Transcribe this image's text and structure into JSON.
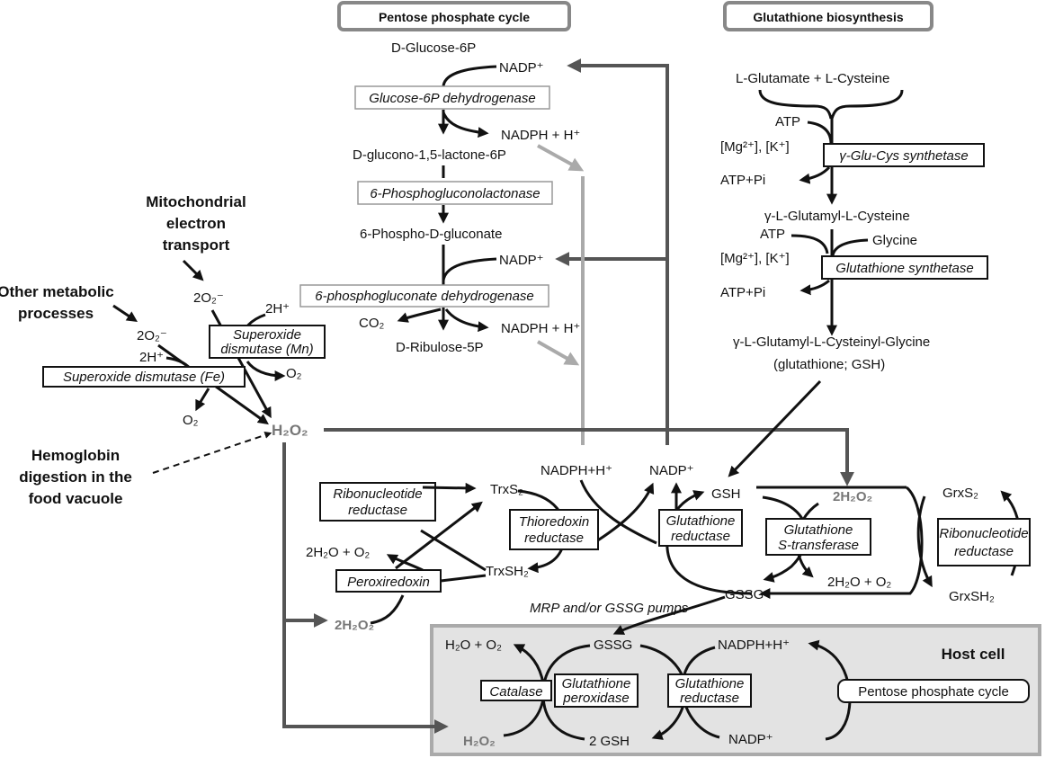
{
  "headers": {
    "pentose": "Pentose phosphate cycle",
    "glutathione": "Glutathione biosynthesis",
    "host": "Host cell"
  },
  "pentose": {
    "glucose6p": "D-Glucose-6P",
    "nadp_1": "NADP⁺",
    "enzyme_g6pd": "Glucose-6P dehydrogenase",
    "nadph_1": "NADPH + H⁺",
    "gluconolactone": "D-glucono-1,5-lactone-6P",
    "enzyme_6pgl": "6-Phosphogluconolactonase",
    "phosphogluconate": "6-Phospho-D-gluconate",
    "nadp_2": "NADP⁺",
    "enzyme_6pgd": "6-phosphogluconate dehydrogenase",
    "co2": "CO₂",
    "nadph_2": "NADPH + H⁺",
    "ribulose": "D-Ribulose-5P"
  },
  "gsh_synth": {
    "substrates": "L-Glutamate + L-Cysteine",
    "atp_1": "ATP",
    "cofactors_1": "[Mg²⁺], [K⁺]",
    "enzyme_gcs": "γ-Glu-Cys  synthetase",
    "atppi_1": "ATP+Pi",
    "glucys": "γ-L-Glutamyl-L-Cysteine",
    "atp_2": "ATP",
    "glycine": "Glycine",
    "cofactors_2": "[Mg²⁺], [K⁺]",
    "enzyme_gs": "Glutathione  synthetase",
    "atppi_2": "ATP+Pi",
    "gsh_full": "γ-L-Glutamyl-L-Cysteinyl-Glycine",
    "gsh_short": "(glutathione; GSH)"
  },
  "sources": {
    "mito_1": "Mitochondrial",
    "mito_2": "electron",
    "mito_3": "transport",
    "other_1": "Other metabolic",
    "other_2": "processes",
    "hemo_1": "Hemoglobin",
    "hemo_2": "digestion in the",
    "hemo_3": "food vacuole"
  },
  "sod": {
    "o2m_1": "2O₂⁻",
    "hplus_1": "2H⁺",
    "enzyme_mn_1": "Superoxide",
    "enzyme_mn_2": "dismutase (Mn)",
    "o2_1": "O₂",
    "o2m_2": "2O₂⁻",
    "hplus_2": "2H⁺",
    "enzyme_fe": "Superoxide dismutase (Fe)",
    "o2_2": "O₂",
    "h2o2": "H₂O₂"
  },
  "redox": {
    "rnr_1a": "Ribonucleotide",
    "rnr_1b": "reductase",
    "trxs2": "TrxS₂",
    "nadph": "NADPH+H⁺",
    "nadp": "NADP⁺",
    "gsh": "GSH",
    "h2o2_gst": "2H₂O₂",
    "grxs2": "GrxS₂",
    "trxr_1": "Thioredoxin",
    "trxr_2": "reductase",
    "gr_1": "Glutathione",
    "gr_2": "reductase",
    "gst_1": "Glutathione",
    "gst_2": "S-transferase",
    "rnr_2a": "Ribonucleotide",
    "rnr_2b": "reductase",
    "h2o_o2_1": "2H₂O + O₂",
    "prx": "Peroxiredoxin",
    "trxsh2": "TrxSH₂",
    "gssg": "GSSG",
    "h2o_o2_2": "2H₂O + O₂",
    "grxsh2": "GrxSH₂",
    "pumps": "MRP and/or GSSG pumps",
    "h2o2_prx": "2H₂O₂"
  },
  "host": {
    "h2o_o2": "H₂O + O₂",
    "gssg": "GSSG",
    "nadph": "NADPH+H⁺",
    "catalase": "Catalase",
    "gpx_1": "Glutathione",
    "gpx_2": "peroxidase",
    "gr_1": "Glutathione",
    "gr_2": "reductase",
    "ppc": "Pentose phosphate cycle",
    "h2o2": "H₂O₂",
    "gsh2": "2 GSH",
    "nadp": "NADP⁺"
  }
}
